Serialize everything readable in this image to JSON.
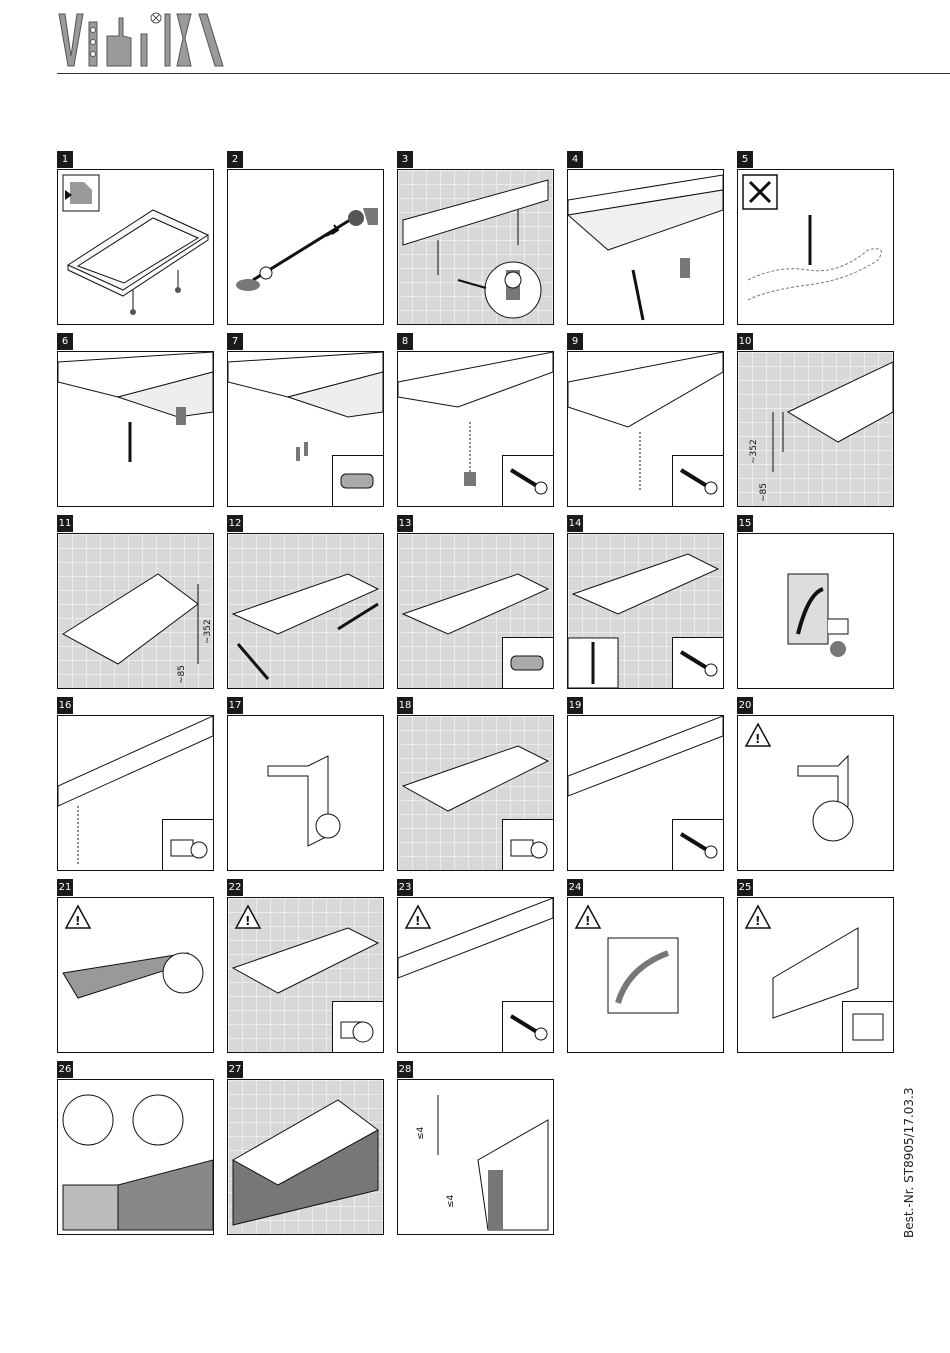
{
  "brand": {
    "logo_icon": "villeroy-boch-tools-logo"
  },
  "footer": {
    "order_number": "Best.-Nr. ST8905/17.03.3"
  },
  "steps": [
    {
      "n": "1",
      "icon": "bathtub-overview-icon",
      "bg": "white"
    },
    {
      "n": "2",
      "icon": "adjustable-foot-parts-icon",
      "bg": "white"
    },
    {
      "n": "3",
      "icon": "foot-adjustment-icon",
      "bg": "tiles"
    },
    {
      "n": "4",
      "icon": "level-check-icon",
      "bg": "white"
    },
    {
      "n": "5",
      "icon": "no-drilling-pipes-icon",
      "bg": "white"
    },
    {
      "n": "6",
      "icon": "drill-position-icon",
      "bg": "white"
    },
    {
      "n": "7",
      "icon": "dowel-insert-icon",
      "bg": "white"
    },
    {
      "n": "8",
      "icon": "screw-foot-bracket-icon",
      "bg": "white"
    },
    {
      "n": "9",
      "icon": "screw-foot-front-icon",
      "bg": "white"
    },
    {
      "n": "10",
      "icon": "wall-measurement-icon",
      "bg": "tiles",
      "dim1": "~352",
      "dim2": "~85"
    },
    {
      "n": "11",
      "icon": "tub-wall-measurement-icon",
      "bg": "tiles",
      "dim1": "~352",
      "dim2": "~85"
    },
    {
      "n": "12",
      "icon": "wall-rail-mount-icon",
      "bg": "tiles"
    },
    {
      "n": "13",
      "icon": "wall-dowel-icon",
      "bg": "tiles"
    },
    {
      "n": "14",
      "icon": "wall-screw-icon",
      "bg": "tiles"
    },
    {
      "n": "15",
      "icon": "bracket-clip-icon",
      "bg": "white"
    },
    {
      "n": "16",
      "icon": "front-support-icon",
      "bg": "white"
    },
    {
      "n": "17",
      "icon": "panel-bracket-icon",
      "bg": "white"
    },
    {
      "n": "18",
      "icon": "tub-panel-bracket-icon",
      "bg": "tiles"
    },
    {
      "n": "19",
      "icon": "bracket-screw-floor-icon",
      "bg": "white"
    },
    {
      "n": "20",
      "icon": "warning-bracket-knob-icon",
      "bg": "white"
    },
    {
      "n": "21",
      "icon": "warning-saw-cut-icon",
      "bg": "white"
    },
    {
      "n": "22",
      "icon": "warning-tub-silicone-icon",
      "bg": "tiles"
    },
    {
      "n": "23",
      "icon": "warning-bracket-screws-icon",
      "bg": "white"
    },
    {
      "n": "24",
      "icon": "warning-adhesive-pad-icon",
      "bg": "white"
    },
    {
      "n": "25",
      "icon": "warning-panel-pad-icon",
      "bg": "white"
    },
    {
      "n": "26",
      "icon": "panel-corner-join-icon",
      "bg": "white"
    },
    {
      "n": "27",
      "icon": "panel-press-fit-icon",
      "bg": "tiles"
    },
    {
      "n": "28",
      "icon": "gap-measurement-icon",
      "bg": "white",
      "dim1": "≤4",
      "dim2": "≤4"
    }
  ]
}
